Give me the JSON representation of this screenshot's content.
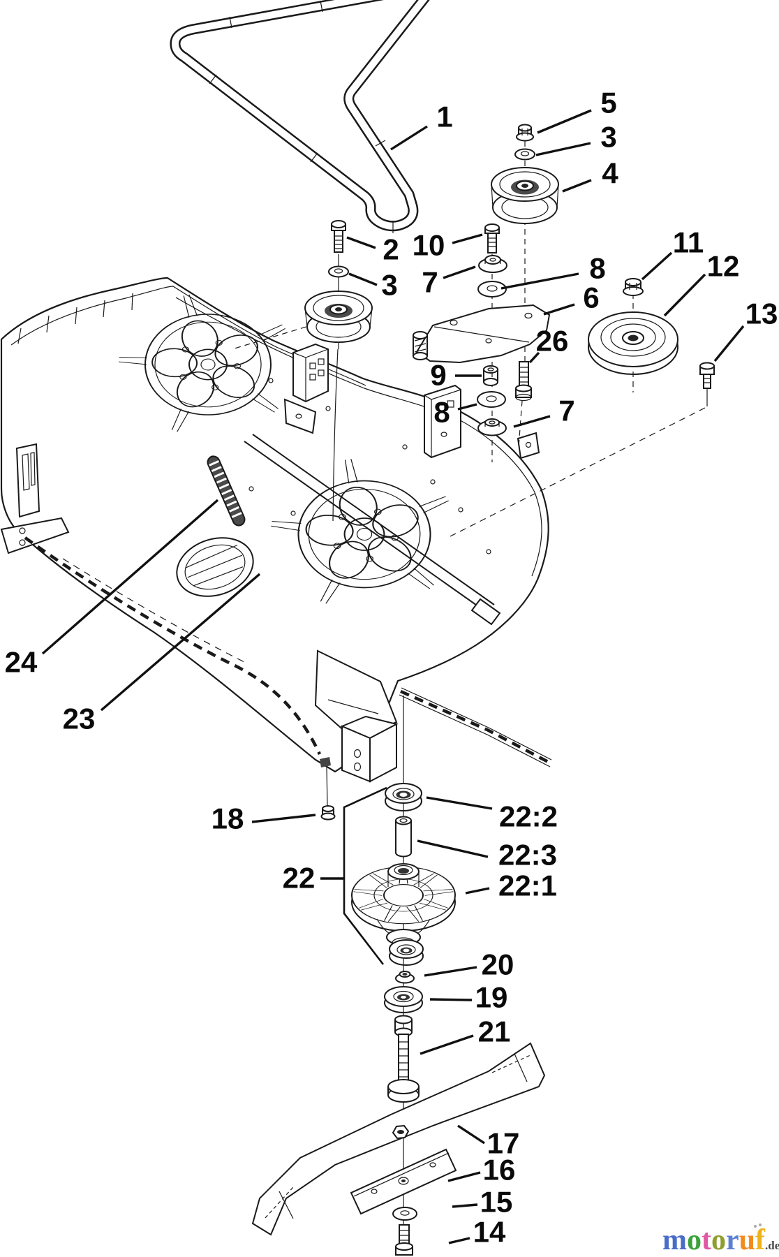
{
  "callouts": {
    "c1": {
      "label": "1"
    },
    "c2": {
      "label": "2"
    },
    "c3a": {
      "label": "3"
    },
    "c3b": {
      "label": "3"
    },
    "c4": {
      "label": "4"
    },
    "c5": {
      "label": "5"
    },
    "c6": {
      "label": "6"
    },
    "c7a": {
      "label": "7"
    },
    "c7b": {
      "label": "7"
    },
    "c8a": {
      "label": "8"
    },
    "c8b": {
      "label": "8"
    },
    "c9": {
      "label": "9"
    },
    "c10": {
      "label": "10"
    },
    "c11": {
      "label": "11"
    },
    "c12": {
      "label": "12"
    },
    "c13": {
      "label": "13"
    },
    "c14": {
      "label": "14"
    },
    "c15": {
      "label": "15"
    },
    "c16": {
      "label": "16"
    },
    "c17": {
      "label": "17"
    },
    "c18": {
      "label": "18"
    },
    "c19": {
      "label": "19"
    },
    "c20": {
      "label": "20"
    },
    "c21": {
      "label": "21"
    },
    "c22": {
      "label": "22"
    },
    "c22_1": {
      "label": "22:1"
    },
    "c22_2": {
      "label": "22:2"
    },
    "c22_3": {
      "label": "22:3"
    },
    "c23": {
      "label": "23"
    },
    "c24": {
      "label": "24"
    },
    "c26": {
      "label": "26"
    }
  },
  "watermark": {
    "letters": [
      {
        "ch": "m",
        "color": "#4a6cc9"
      },
      {
        "ch": "o",
        "color": "#3ba23b"
      },
      {
        "ch": "t",
        "color": "#e158a3"
      },
      {
        "ch": "o",
        "color": "#8f9e2d"
      },
      {
        "ch": "r",
        "color": "#5b80d2"
      },
      {
        "ch": "u",
        "color": "#f08c1d"
      },
      {
        "ch": "f",
        "color": "#eeb31b"
      }
    ],
    "tld": ".de",
    "tld_color": "#474747"
  }
}
